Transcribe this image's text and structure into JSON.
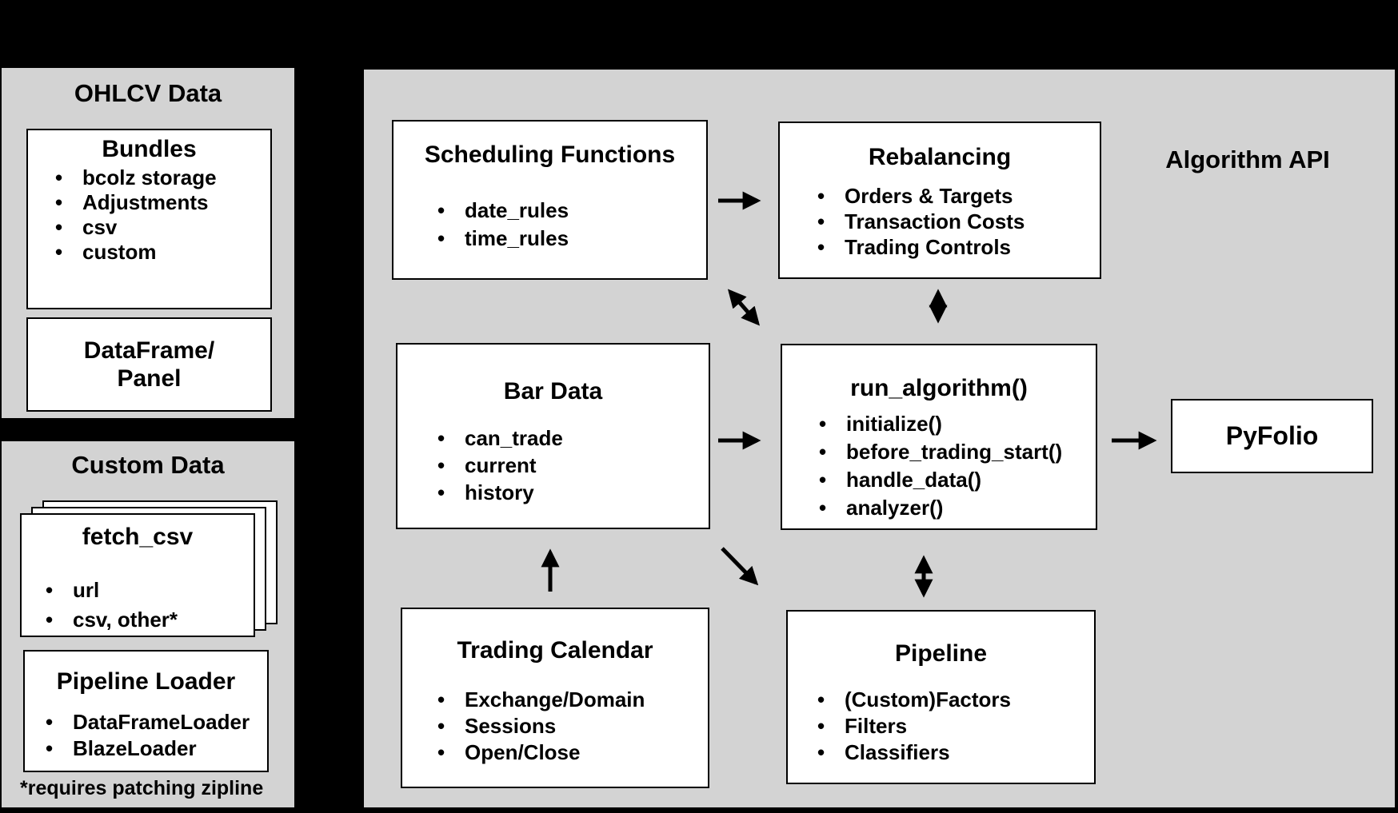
{
  "colors": {
    "background": "#000000",
    "panel_gray": "#d3d3d3",
    "box_white": "#ffffff",
    "line_black": "#000000"
  },
  "ohlcv_panel": {
    "title": "OHLCV Data",
    "bundles_box": {
      "title": "Bundles",
      "items": [
        "bcolz storage",
        "Adjustments",
        "csv",
        "custom"
      ]
    },
    "dataframe_box": {
      "line1": "DataFrame/",
      "line2": "Panel"
    }
  },
  "custom_panel": {
    "title": "Custom Data",
    "fetch_csv_box": {
      "title": "fetch_csv",
      "items": [
        "url",
        "csv, other*"
      ]
    },
    "pipeline_loader_box": {
      "title": "Pipeline Loader",
      "items": [
        "DataFrameLoader",
        "BlazeLoader"
      ]
    },
    "footnote": "*requires patching zipline"
  },
  "algorithm_panel": {
    "label": "Algorithm API",
    "scheduling_functions_box": {
      "title": "Scheduling Functions",
      "items": [
        "date_rules",
        "time_rules"
      ]
    },
    "rebalancing_box": {
      "title": "Rebalancing",
      "items": [
        "Orders & Targets",
        "Transaction Costs",
        "Trading Controls"
      ]
    },
    "bar_data_box": {
      "title": "Bar Data",
      "items": [
        "can_trade",
        "current",
        "history"
      ]
    },
    "run_algorithm_box": {
      "title": "run_algorithm()",
      "items": [
        "initialize()",
        "before_trading_start()",
        "handle_data()",
        "analyzer()"
      ]
    },
    "trading_calendar_box": {
      "title": "Trading Calendar",
      "items": [
        "Exchange/Domain",
        "Sessions",
        "Open/Close"
      ]
    },
    "pipeline_box": {
      "title": "Pipeline",
      "items": [
        "(Custom)Factors",
        "Filters",
        "Classifiers"
      ]
    },
    "pyfolio_box": {
      "title": "PyFolio"
    }
  },
  "arrows": [
    {
      "from": "Scheduling Functions",
      "to": "Rebalancing",
      "type": "one-way"
    },
    {
      "from": "Scheduling Functions",
      "to": "run_algorithm()",
      "type": "two-way"
    },
    {
      "from": "Rebalancing",
      "to": "run_algorithm()",
      "type": "two-way"
    },
    {
      "from": "Bar Data",
      "to": "run_algorithm()",
      "type": "one-way"
    },
    {
      "from": "run_algorithm()",
      "to": "PyFolio",
      "type": "one-way"
    },
    {
      "from": "Trading Calendar",
      "to": "Bar Data",
      "type": "one-way"
    },
    {
      "from": "Bar Data",
      "to": "Pipeline",
      "type": "one-way"
    },
    {
      "from": "run_algorithm()",
      "to": "Pipeline",
      "type": "two-way"
    }
  ]
}
